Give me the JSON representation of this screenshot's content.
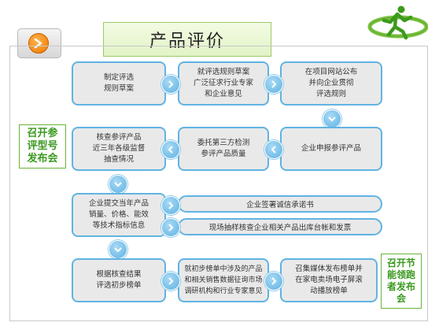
{
  "title": "产品评价",
  "side_labels": {
    "left": "召开参\n评型号\n发布会",
    "right": "召开节\n能领跑\n者发布\n会"
  },
  "steps": {
    "s1": "制定评选\n规则草案",
    "s2": "就评选规则草案\n广泛征求行业专家\n和企业意见",
    "s3": "在项目网站公布\n并向企业贯彻\n评选规则",
    "s4": "企业申报参评产品",
    "s5": "委托第三方检测\n参评产品质量",
    "s6": "核查参评产品\n近三年各级监督\n抽查情况",
    "s7": "企业提交当年产品\n销量、价格、能效\n等技术指标信息",
    "s8": "企业签署诚信承诺书",
    "s9": "现场抽样核查企业相关产品出库台帐和发票",
    "s10": "根据核查结果\n评选初步榜单",
    "s11": "就初步榜单中涉及的产品\n和相关销售数据征询市场\n调研机构和行业专家意见",
    "s12": "召集媒体发布榜单并\n在家电卖场电子屏滚\n动播放榜单"
  },
  "colors": {
    "box_border": "#61b3e3",
    "box_fill": "#e9e9e9",
    "label_green": "#3a9a1f",
    "title_bg": "#e2f3c7"
  },
  "icons": [
    "orange-arrow-icon",
    "runner-logo-icon",
    "chevron-right-icon",
    "chevron-left-icon",
    "chevron-down-icon"
  ]
}
